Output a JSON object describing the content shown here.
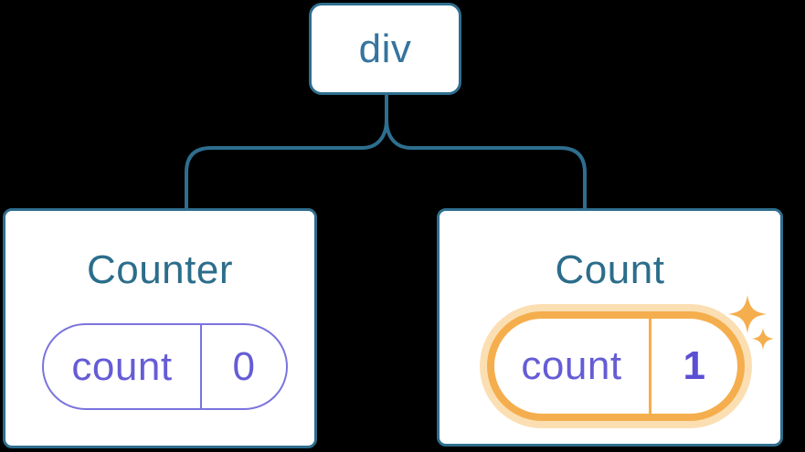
{
  "colors": {
    "background": "#000000",
    "line_blue": "#2E6E8E",
    "node_label_blue": "#35749E",
    "title_teal": "#2B6D8B",
    "purple_text": "#655CD6",
    "purple_border": "#7B74DF",
    "purple_value_bold": "#5B50D3",
    "orange": "#F5AE4D",
    "orange_glow": "#FBDFB3",
    "card_background": "#FFFFFF"
  },
  "tree": {
    "root": {
      "label": "div"
    },
    "children": [
      {
        "title": "Counter",
        "highlighted": false,
        "state": {
          "name": "count",
          "value": "0"
        }
      },
      {
        "title": "Count",
        "highlighted": true,
        "state": {
          "name": "count",
          "value": "1"
        },
        "badge_icon": "sparkles-icon"
      }
    ]
  },
  "icons": [
    "sparkles-icon"
  ]
}
